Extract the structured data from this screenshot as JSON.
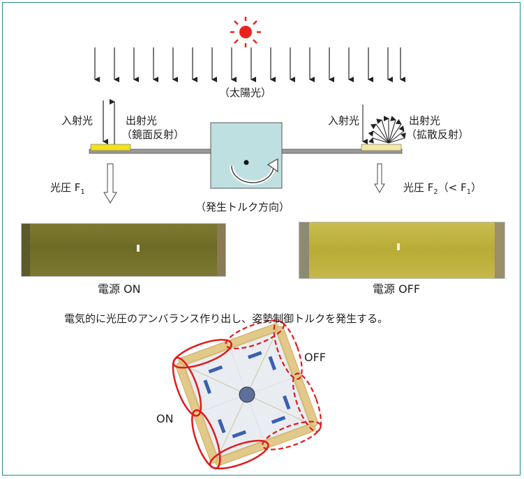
{
  "sunlight_label": "（太陽光）",
  "left": {
    "incident_label": "入射光",
    "outgoing_label": "出射光",
    "outgoing_note": "（鏡面反射）",
    "pressure_label": "光圧 F",
    "pressure_sub": "1"
  },
  "right": {
    "incident_label": "入射光",
    "outgoing_label": "出射光",
    "outgoing_note": "（拡散反射）",
    "pressure_label": "光圧 F",
    "pressure_sub": "2",
    "pressure_cmp_open": "（< F",
    "pressure_cmp_sub": "1",
    "pressure_cmp_close": "）"
  },
  "torque_label": "（発生トルク方向）",
  "photo_left_caption": "電源 ON",
  "photo_right_caption": "電源 OFF",
  "summary": "電気的に光圧のアンバランス作り出し、姿勢制御トルクを発生する。",
  "off_label": "OFF",
  "on_label": "ON",
  "colors": {
    "frame": "#2a8a83",
    "sun": "#e8231e",
    "mirror_panel": "#f1e21a",
    "diffuse_panel": "#f3e9a4",
    "body": "#bfe0e0",
    "highlight": "#e01b1b",
    "sail_band": "#e2c98a"
  }
}
